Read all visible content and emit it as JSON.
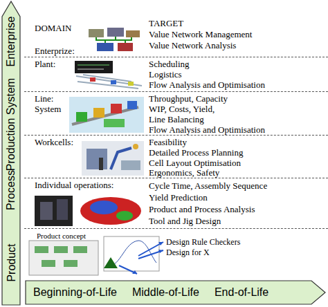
{
  "diagram": {
    "nodes": [
      {
        "text": [
          "Product",
          "Process",
          "Production System",
          "Enterprise"
        ]
      },
      {
        "text": [
          "DOMAIN",
          "TARGET",
          "Value Network Management",
          "Value Network Analysis",
          "Enterprize:"
        ]
      },
      {
        "text": [
          "Plant:",
          "Scheduling",
          "Logistics",
          "Flow Analysis and Optimisation"
        ]
      },
      {
        "text": [
          "Line: System",
          "Throughput, Capacity",
          "WIP, Costs, Yield,",
          "Line Balancing",
          "Flow Analysis and Optimisation"
        ]
      },
      {
        "text": [
          "Workcells:",
          "Feasibility",
          "Detailed Process Planning",
          "Cell Layout Optimisation",
          "Ergonomics, Safety"
        ]
      },
      {
        "text": [
          "Individual operations:",
          "Cycle Time, Assembly Sequence",
          "Yield Prediction",
          "Product and Process Analysis",
          "Tool and Jig Design"
        ]
      },
      {
        "text": [
          "Product concept",
          "Design Rule Checkers",
          "Design for X"
        ]
      },
      {
        "text": [
          "Beginning-of-Life",
          "Middle-of-Life",
          "End-of-Life"
        ]
      }
    ]
  }
}
